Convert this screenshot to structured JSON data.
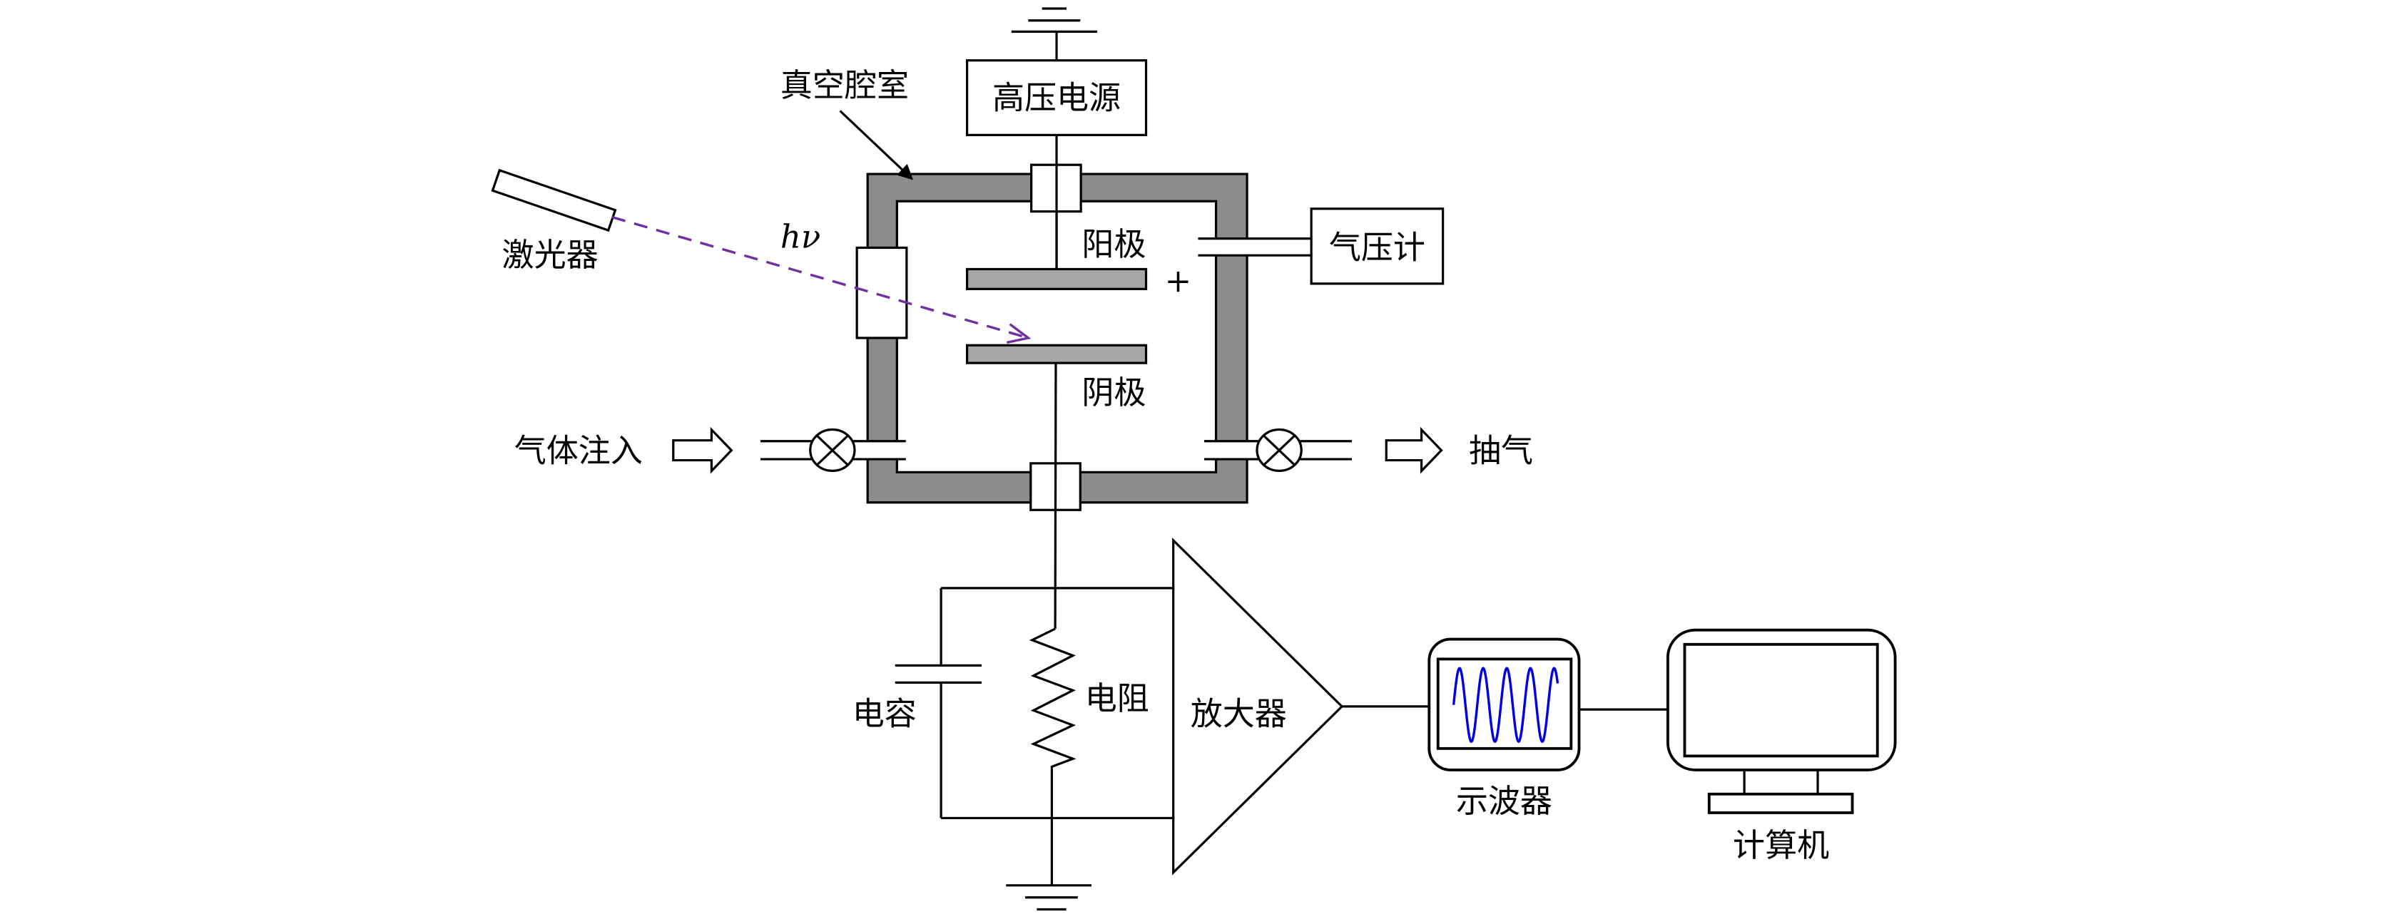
{
  "labels": {
    "vacuum_chamber": "真空腔室",
    "hv_supply": "高压电源",
    "laser": "激光器",
    "photon": "hν",
    "anode": "阳极",
    "cathode": "阴极",
    "plus_sign": "+",
    "pressure_gauge": "气压计",
    "gas_inlet": "气体注入",
    "pump_out": "抽气",
    "capacitor": "电容",
    "resistor": "电阻",
    "amplifier": "放大器",
    "oscilloscope": "示波器",
    "computer": "计算机"
  },
  "colors": {
    "chamber_wall": "#8c8c8c",
    "electrode_plate": "#a6a6a6",
    "laser_beam": "#7030a0",
    "scope_trace": "#0000e0",
    "line": "#000000"
  }
}
